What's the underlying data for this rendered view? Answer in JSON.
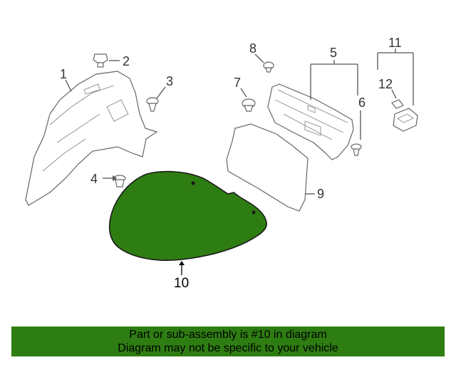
{
  "callouts": {
    "c1": "1",
    "c2": "2",
    "c3": "3",
    "c4": "4",
    "c5": "5",
    "c6": "6",
    "c7": "7",
    "c8": "8",
    "c9": "9",
    "c10": "10",
    "c11": "11",
    "c12": "12"
  },
  "colors": {
    "highlight": "#2e7d12",
    "banner": "#2e7d12"
  },
  "banner": {
    "line1": "Part or sub-assembly is #10 in diagram",
    "line2": "Diagram may not be specific to your vehicle"
  }
}
